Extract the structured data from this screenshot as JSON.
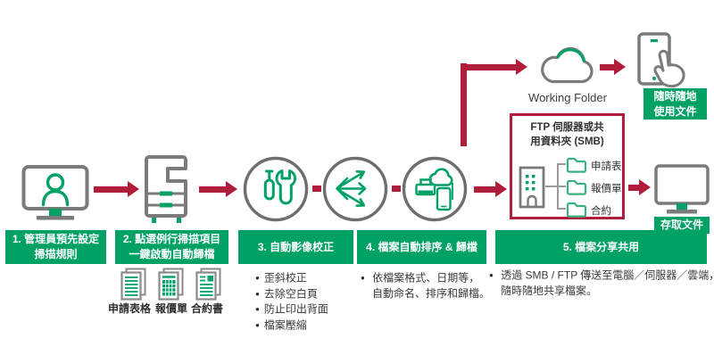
{
  "colors": {
    "brand_green": "#00a164",
    "accent_crimson": "#b01e3c",
    "icon_gray": "#7b7b7b",
    "folder_green": "#3bb183",
    "text_dark": "#3a3a3a"
  },
  "banners": [
    {
      "line1": "1. 管理員預先設定",
      "line2": "掃描規則"
    },
    {
      "line1": "2. 點選例行掃描項目",
      "line2": "一鍵啟動自動歸檔"
    },
    {
      "line1": "3. 自動影像校正"
    },
    {
      "line1": "4. 檔案自動排序 & 歸檔"
    },
    {
      "line1": "5. 檔案分享共用"
    }
  ],
  "cloud": {
    "label": "Working Folder"
  },
  "mobile_badge": {
    "line1": "隨時隨地",
    "line2": "使用文件"
  },
  "access_badge": {
    "label": "存取文件"
  },
  "ftp_box": {
    "title_line1": "FTP 伺服器或共",
    "title_line2": "用資料夾 (SMB)",
    "folders": [
      "申請表",
      "報價單",
      "合約"
    ]
  },
  "documents": [
    "申請表格",
    "報價單",
    "合約書"
  ],
  "step3_details": [
    "歪斜校正",
    "去除空白頁",
    "防止印出背面",
    "檔案壓縮"
  ],
  "step4_details": {
    "line1": "依檔案格式、日期等，",
    "line2": "自動命名、排序和歸檔。"
  },
  "step5_details": {
    "line1": "透過 SMB / FTP 傳送至電腦／伺服器／雲端，",
    "line2": "隨時隨地共享檔案。"
  }
}
